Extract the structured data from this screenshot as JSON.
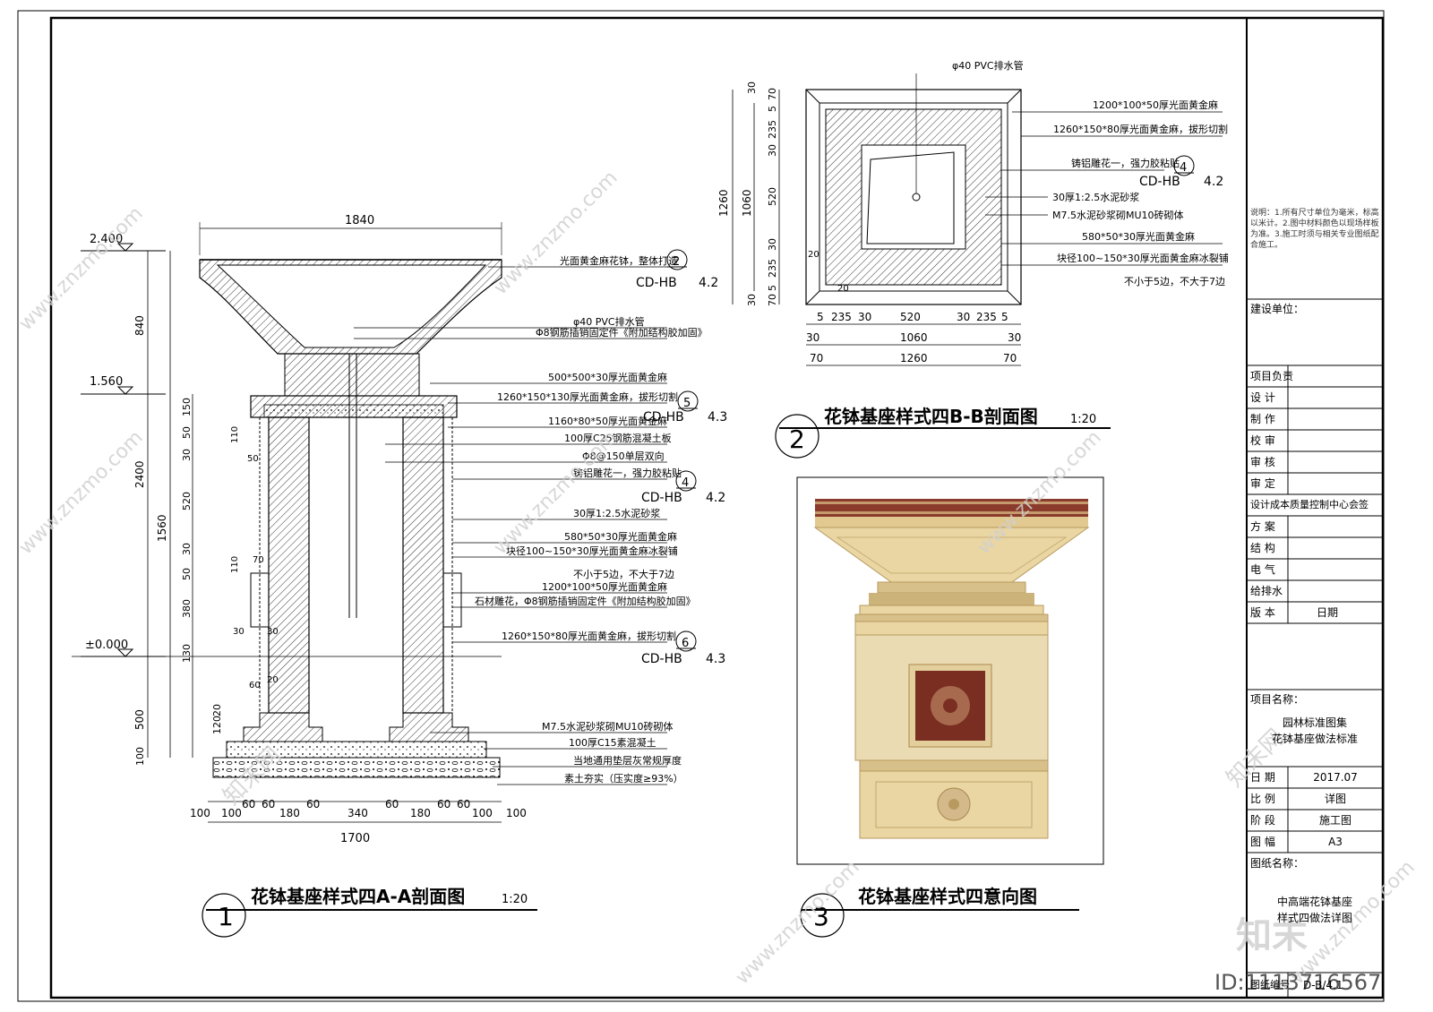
{
  "watermark": {
    "site": "www.znzmo.com",
    "brand": "知末网",
    "logo": "知末",
    "id_label": "ID:1113716567"
  },
  "elevations": [
    "2.400",
    "1.560",
    "±0.000"
  ],
  "section_aa": {
    "num": "1",
    "title": "花钵基座样式四A-A剖面图",
    "scale": "1:20",
    "top_dim": "1840",
    "vert_dims_outer": [
      "840",
      "2400",
      "1560",
      "500"
    ],
    "vert_dims_inner": [
      "150",
      "50",
      "30",
      "520",
      "30",
      "50",
      "380",
      "130",
      "120",
      "20",
      "100"
    ],
    "side_small": [
      "110",
      "50",
      "110",
      "70",
      "30",
      "30",
      "60",
      "20"
    ],
    "bottom_dims": [
      "100",
      "100",
      "60",
      "60",
      "180",
      "60",
      "340",
      "60",
      "180",
      "60",
      "60",
      "100",
      "100"
    ],
    "total_width": "1700",
    "notes": [
      {
        "text": "光面黄金麻花钵，整体打造",
        "ref": "2",
        "code": "CD-HB",
        "sheet": "4.2"
      },
      {
        "text": "φ40 PVC排水管"
      },
      {
        "text": "Φ8钢筋插销固定件《附加结构胶加固》"
      },
      {
        "text": "500*500*30厚光面黄金麻"
      },
      {
        "text": "1260*150*130厚光面黄金麻，拔形切割",
        "ref": "5",
        "code": "CD-HB",
        "sheet": "4.3"
      },
      {
        "text": "1160*80*50厚光面黄金麻"
      },
      {
        "text": "100厚C25钢筋混凝土板"
      },
      {
        "text": "Φ8@150单层双向"
      },
      {
        "text": "铸铝雕花一，强力胶粘贴",
        "ref": "4",
        "code": "CD-HB",
        "sheet": "4.2"
      },
      {
        "text": "30厚1:2.5水泥砂浆"
      },
      {
        "text": "580*50*30厚光面黄金麻"
      },
      {
        "text": "块径100~150*30厚光面黄金麻冰裂铺"
      },
      {
        "text": "不小于5边，不大于7边"
      },
      {
        "text": "1200*100*50厚光面黄金麻"
      },
      {
        "text": "石材雕花，Φ8钢筋插销固定件《附加结构胶加固》"
      },
      {
        "text": "1260*150*80厚光面黄金麻，拔形切割",
        "ref": "6",
        "code": "CD-HB",
        "sheet": "4.3"
      },
      {
        "text": "M7.5水泥砂浆砌MU10砖砌体"
      },
      {
        "text": "100厚C15素混凝土"
      },
      {
        "text": "当地通用垫层灰常规厚度"
      },
      {
        "text": "素土夯实（压实度≥93%）"
      }
    ]
  },
  "section_bb": {
    "num": "2",
    "title": "花钵基座样式四B-B剖面图",
    "scale": "1:20",
    "pipe": "φ40 PVC排水管",
    "vert_dims_left": [
      "1260",
      "1060"
    ],
    "vert_dims_right": [
      "70",
      "30",
      "5",
      "235",
      "30",
      "520",
      "30",
      "235",
      "5",
      "30",
      "70"
    ],
    "horiz_row1": [
      "5",
      "235",
      "30",
      "520",
      "30",
      "235",
      "5"
    ],
    "horiz_row2": [
      "30",
      "1060",
      "30"
    ],
    "horiz_row3": [
      "70",
      "1260",
      "70"
    ],
    "small": [
      "20",
      "20"
    ],
    "notes": [
      {
        "text": "1200*100*50厚光面黄金麻"
      },
      {
        "text": "1260*150*80厚光面黄金麻，拔形切割"
      },
      {
        "text": "铸铝雕花一，强力胶粘贴",
        "ref": "4",
        "code": "CD-HB",
        "sheet": "4.2"
      },
      {
        "text": "30厚1:2.5水泥砂浆"
      },
      {
        "text": "M7.5水泥砂浆砌MU10砖砌体"
      },
      {
        "text": "580*50*30厚光面黄金麻"
      },
      {
        "text": "块径100~150*30厚光面黄金麻冰裂铺"
      },
      {
        "text": "不小于5边，不大于7边"
      }
    ]
  },
  "render_view": {
    "num": "3",
    "title": "花钵基座样式四意向图"
  },
  "title_block": {
    "remarks": "说明：1.所有尺寸单位为毫米，标高以米计。2.图中材料颜色以现场样板为准。3.施工时须与相关专业图纸配合施工。",
    "build_unit": "建设单位：",
    "rows": [
      "项目负责",
      "设    计",
      "制    作",
      "校    审",
      "审    核",
      "审    定"
    ],
    "company": "设计成本质量控制中心会签",
    "rows2": [
      "方    案",
      "结    构",
      "电    气",
      "给排水",
      "版    本"
    ],
    "version_date": "日期",
    "project_label": "项目名称：",
    "project_name1": "园林标准图集",
    "project_name2": "花钵基座做法标准",
    "info": [
      {
        "k": "日    期",
        "v": "2017.07"
      },
      {
        "k": "比    例",
        "v": "详图"
      },
      {
        "k": "阶    段",
        "v": "施工图"
      },
      {
        "k": "图    幅",
        "v": "A3"
      }
    ],
    "drawing_label": "图纸名称：",
    "drawing_name1": "中高端花钵基座",
    "drawing_name2": "样式四做法详图",
    "drawing_no_label": "图纸编号",
    "drawing_no": "D-B/4.1"
  },
  "colors": {
    "line": "#000000",
    "stone": "#e9d6a3",
    "stone_dark": "#cbb37a",
    "band_red": "#8a3b2b",
    "panel_red": "#7a2e22"
  }
}
